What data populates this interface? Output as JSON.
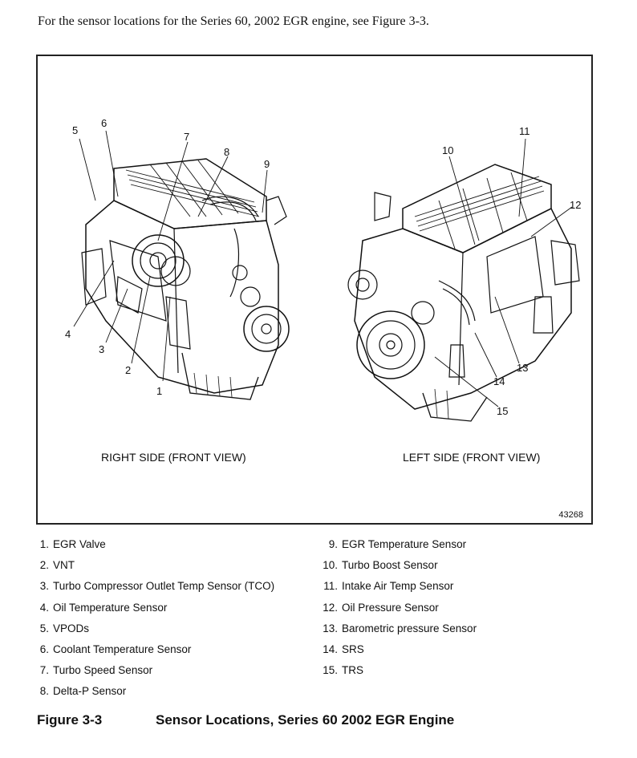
{
  "intro_text": "For the sensor locations for the Series 60, 2002 EGR engine, see Figure 3-3.",
  "figure": {
    "right_view_label": "RIGHT SIDE (FRONT VIEW)",
    "left_view_label": "LEFT SIDE (FRONT VIEW)",
    "figure_id": "43268",
    "callouts": [
      "1",
      "2",
      "3",
      "4",
      "5",
      "6",
      "7",
      "8",
      "9",
      "10",
      "11",
      "12",
      "13",
      "14",
      "15"
    ]
  },
  "legend": {
    "col1": [
      {
        "num": "1.",
        "label": "EGR Valve"
      },
      {
        "num": "2.",
        "label": "VNT"
      },
      {
        "num": "3.",
        "label": "Turbo Compressor Outlet Temp Sensor (TCO)"
      },
      {
        "num": "4.",
        "label": "Oil Temperature Sensor"
      },
      {
        "num": "5.",
        "label": "VPODs"
      },
      {
        "num": "6.",
        "label": "Coolant Temperature Sensor"
      },
      {
        "num": "7.",
        "label": "Turbo Speed Sensor"
      },
      {
        "num": "8.",
        "label": "Delta-P Sensor"
      }
    ],
    "col2": [
      {
        "num": "9.",
        "label": "EGR Temperature Sensor"
      },
      {
        "num": "10.",
        "label": "Turbo Boost Sensor"
      },
      {
        "num": "11.",
        "label": "Intake Air Temp Sensor"
      },
      {
        "num": "12.",
        "label": "Oil Pressure Sensor"
      },
      {
        "num": "13.",
        "label": "Barometric pressure Sensor"
      },
      {
        "num": "14.",
        "label": "SRS"
      },
      {
        "num": "15.",
        "label": "TRS"
      }
    ]
  },
  "caption": {
    "number": "Figure 3-3",
    "title": "Sensor Locations, Series 60 2002 EGR Engine"
  }
}
